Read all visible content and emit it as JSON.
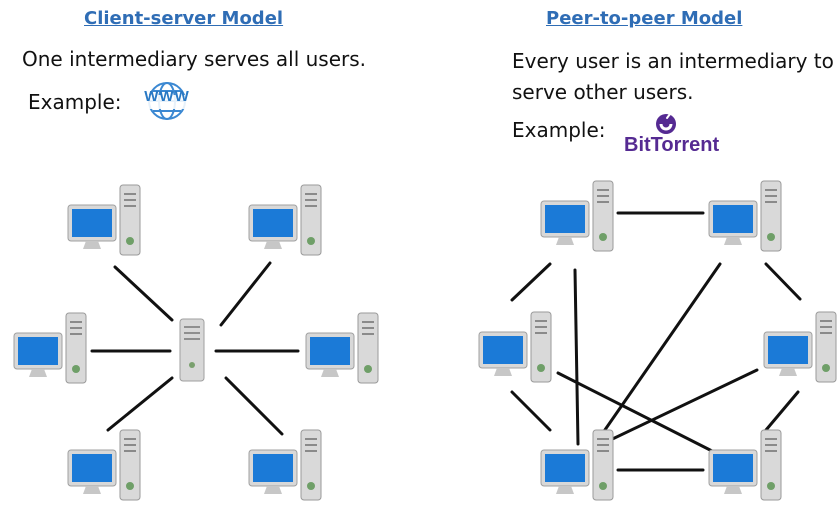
{
  "left": {
    "title": "Client-server Model",
    "description": "One intermediary serves all users.",
    "example_label": "Example:",
    "example_logo_text": "WWW",
    "example_logo_icon": "www-globe-icon"
  },
  "right": {
    "title": "Peer-to-peer Model",
    "description_line1": "Every user is an intermediary to",
    "description_line2": "serve other users.",
    "example_label": "Example:",
    "example_logo_text": "BitTorrent",
    "example_logo_icon": "bittorrent-icon"
  },
  "colors": {
    "title": "#2f6db5",
    "text": "#111111",
    "link_line": "#111111",
    "monitor_blue": "#1b7ad7",
    "tower_gray": "#d9d9d9",
    "bittorrent_purple": "#552a92"
  }
}
